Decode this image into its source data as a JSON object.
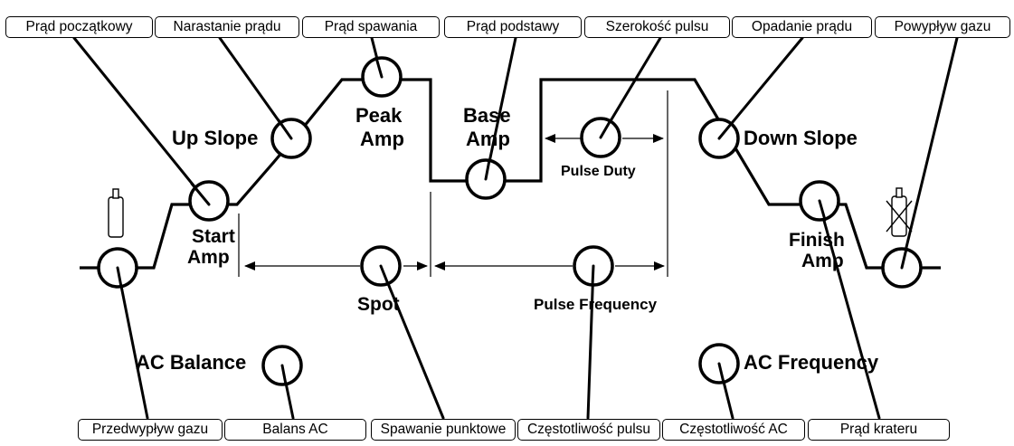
{
  "top_labels": [
    "Prąd początkowy",
    "Narastanie prądu",
    "Prąd spawania",
    "Prąd podstawy",
    "Szerokość pulsu",
    "Opadanie prądu",
    "Powypływ gazu"
  ],
  "bottom_labels": [
    "Przedwypływ gazu",
    "Balans AC",
    "Spawanie punktowe",
    "Częstotliwość pulsu",
    "Częstotliwość AC",
    "Prąd krateru"
  ],
  "captions": {
    "up_slope": "Up Slope",
    "peak_amp_1": "Peak",
    "peak_amp_2": "Amp",
    "base_amp_1": "Base",
    "base_amp_2": "Amp",
    "pulse_duty": "Pulse Duty",
    "down_slope": "Down Slope",
    "start_amp_1": "Start",
    "start_amp_2": "Amp",
    "finish_amp_1": "Finish",
    "finish_amp_2": "Amp",
    "spot": "Spot",
    "pulse_frequency": "Pulse Frequency",
    "ac_balance": "AC Balance",
    "ac_frequency": "AC Frequency"
  },
  "icons": {
    "gas_bottle": "gas-cylinder-icon",
    "gas_off": "gas-cylinder-crossed-icon"
  }
}
